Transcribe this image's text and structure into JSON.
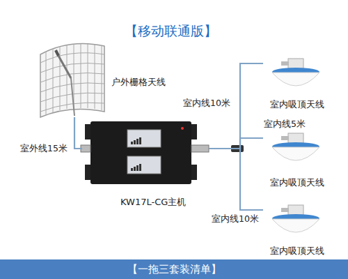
{
  "diagram": {
    "title": "【移动联通版】",
    "nodes": [
      {
        "text": [
          "户外栅格天线"
        ]
      },
      {
        "text": [
          "KW17L-CG主机"
        ]
      },
      {
        "text": [
          "室内吸顶天线"
        ]
      },
      {
        "text": [
          "室内吸顶天线"
        ]
      },
      {
        "text": [
          "室内吸顶天线"
        ]
      },
      {
        "text": [
          "【一拖三套装清单】"
        ]
      }
    ],
    "edges": [
      {
        "from": 0,
        "to": 1,
        "label": "室外线15米",
        "arrow": "none"
      },
      {
        "from": 1,
        "to": 2,
        "label": "室内线10米",
        "arrow": "none"
      },
      {
        "from": 1,
        "to": 3,
        "label": "室内线5米",
        "arrow": "none"
      },
      {
        "from": 1,
        "to": 4,
        "label": "室内线10米",
        "arrow": "none"
      }
    ]
  }
}
